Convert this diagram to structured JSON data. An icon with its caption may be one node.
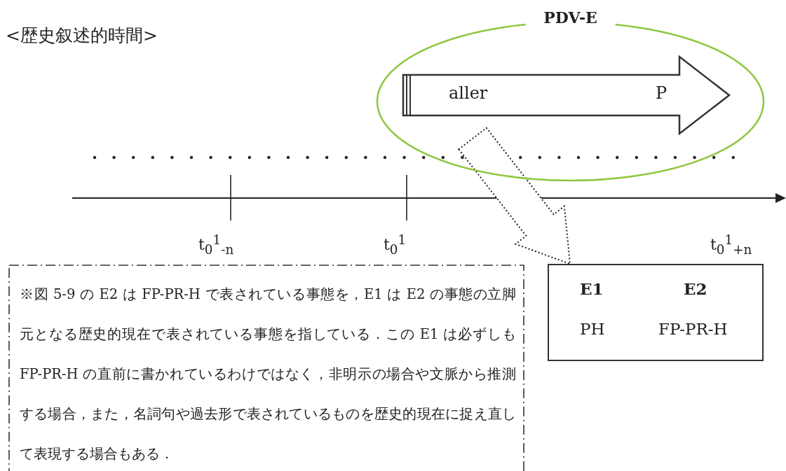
{
  "diagram": {
    "title": "<歴史叙述的時間>",
    "nodes": [
      {
        "text": [
          "PDV-E"
        ]
      },
      {
        "text": [
          "aller",
          "P"
        ],
        "in": 0
      },
      {
        "text": [
          "※図 5-9 の E2 は FP-PR-H で表されている事態を，E1 は E2 の事態の立脚元となる歴史的現在で表されている事態を指している．この E1 は必ずしも FP-PR-H の直前に書かれているわけではなく，非明示の場合や文脈から推測する場合，また，名詞句や過去形で表されているものを歴史的現在に捉え直して表現する場合もある．"
        ]
      },
      {
        "text": [
          "E1",
          "E2",
          "PH",
          "FP-PR-H"
        ]
      }
    ],
    "edges": [
      {
        "from": 0,
        "to": 3,
        "arrow": "to",
        "style": "dashed"
      }
    ],
    "labels": [
      "t$_{0}$$^{1}$$_{-n}$",
      "t$_{0}$$^{1}$",
      "t$_{0}$$^{1}$$_{+n}$"
    ]
  }
}
